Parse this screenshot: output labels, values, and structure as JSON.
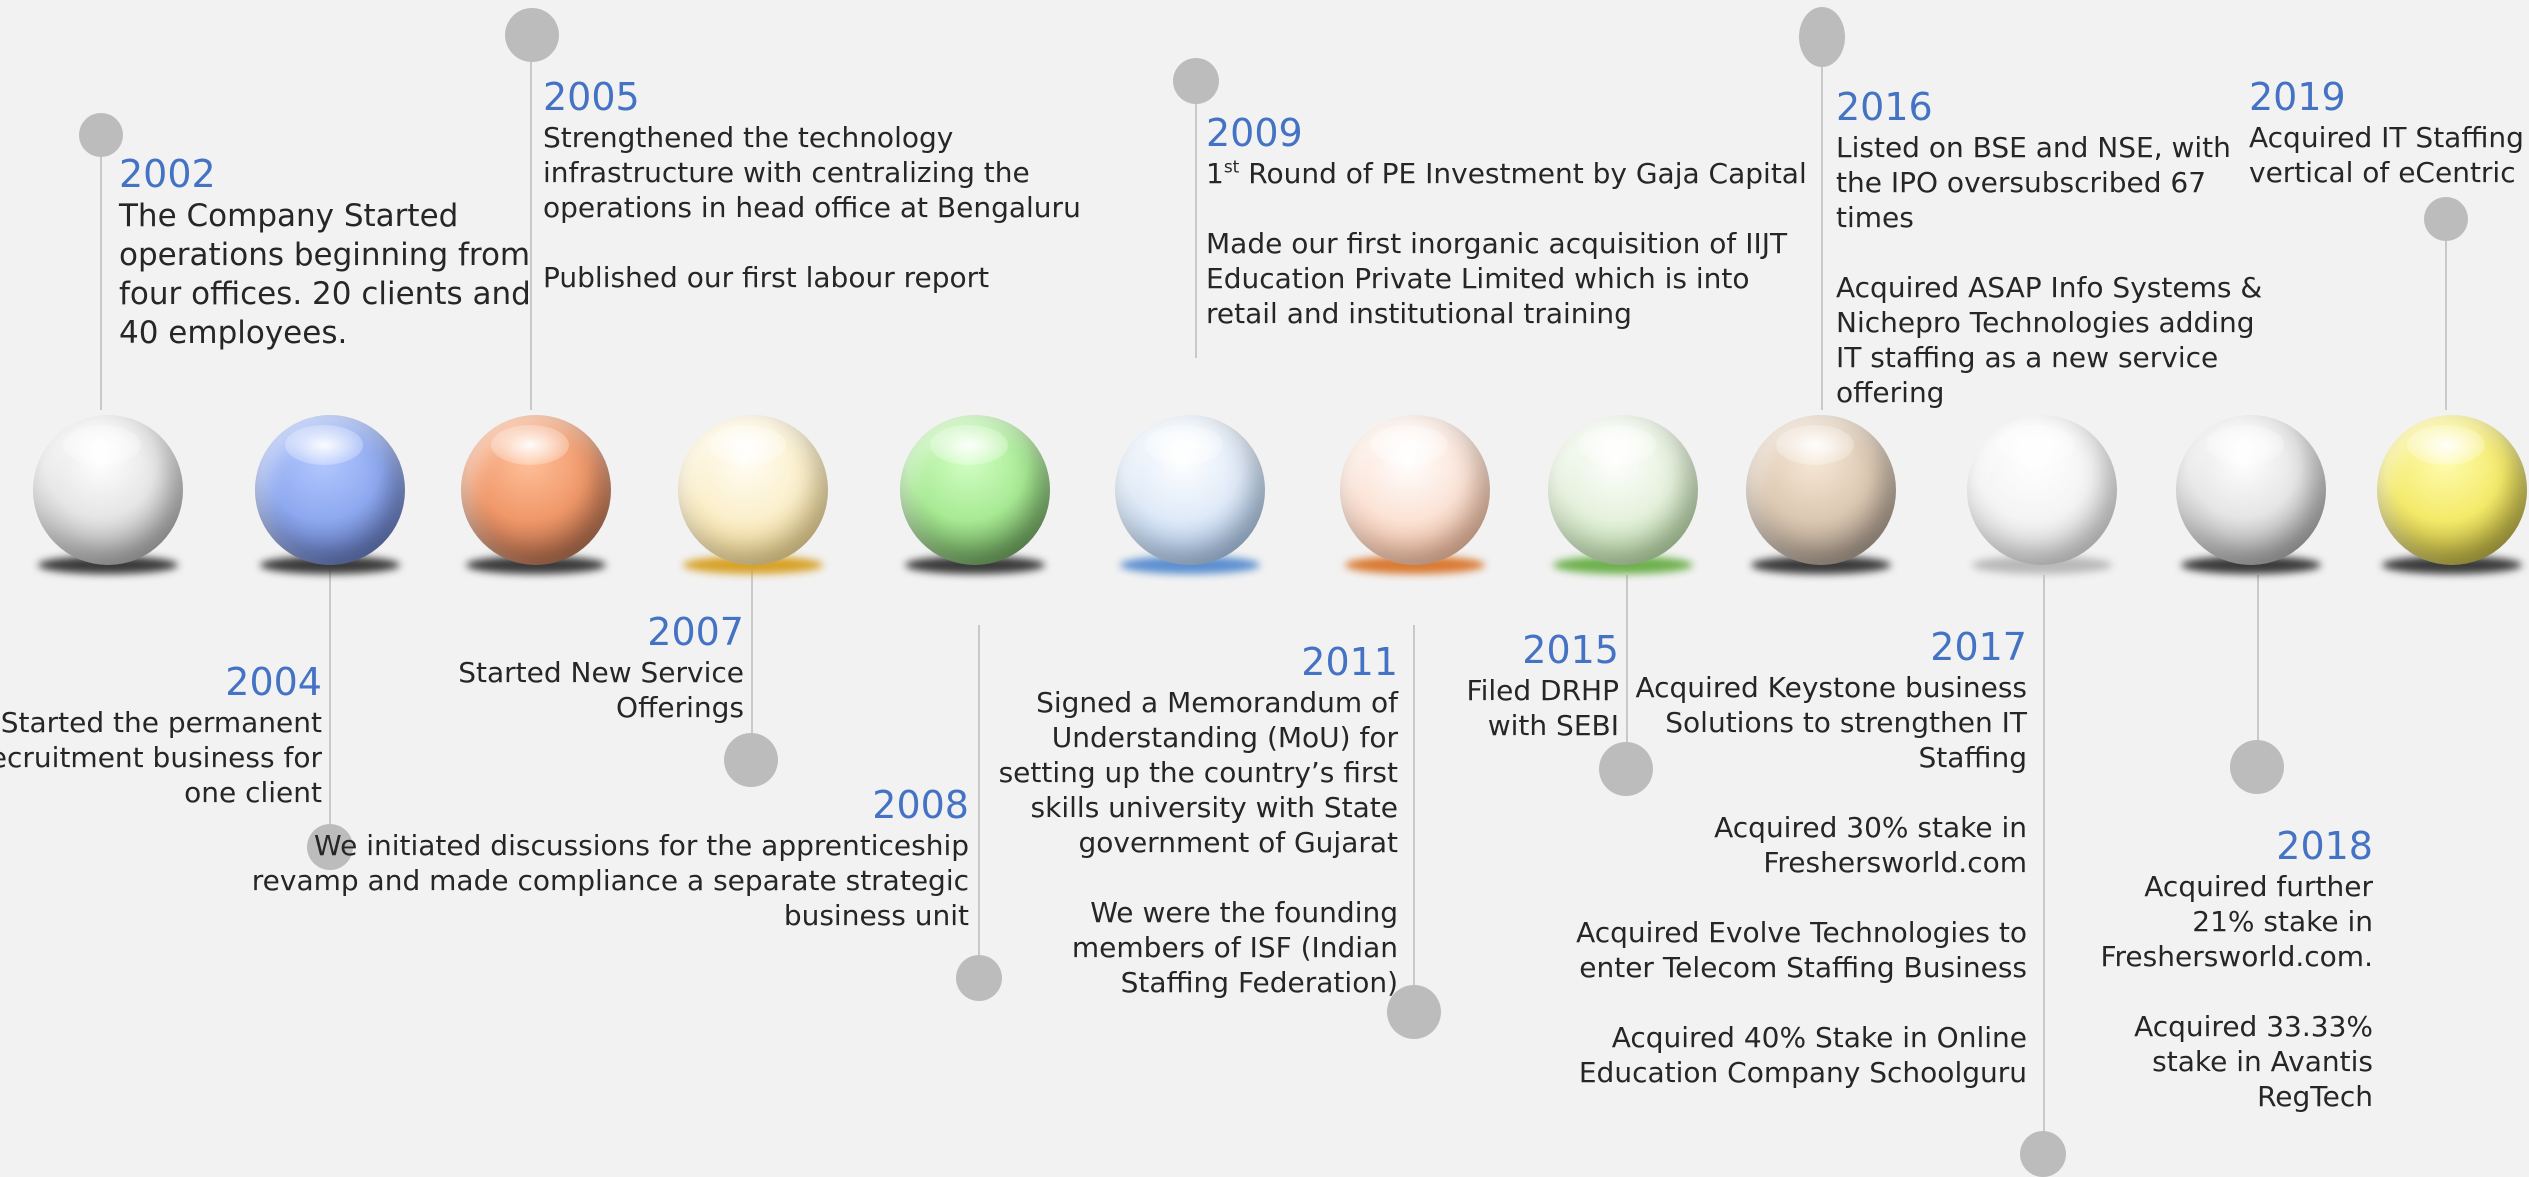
{
  "milestones": [
    {
      "year": "2002",
      "lines": [
        "The Company Started",
        "operations beginning from",
        "four offices. 20 clients and",
        "40 employees."
      ]
    },
    {
      "year": "2004",
      "lines": [
        "Started the permanent",
        "recruitment business for",
        "one client"
      ]
    },
    {
      "year": "2005",
      "lines": [
        "Strengthened the technology",
        "infrastructure with centralizing the",
        "operations in head office at Bengaluru",
        "",
        "Published our first labour report"
      ]
    },
    {
      "year": "2007",
      "lines": [
        "Started New Service",
        "Offerings"
      ]
    },
    {
      "year": "2008",
      "lines": [
        "We initiated discussions for the apprenticeship",
        "revamp and made compliance a separate strategic",
        "business unit"
      ]
    },
    {
      "year": "2009",
      "ordinal": "1",
      "ordinal_suffix": "st",
      "lines": [
        " Round of PE Investment by Gaja Capital",
        "",
        "Made our first inorganic acquisition of IIJT",
        "Education Private Limited which is into",
        "retail and institutional training"
      ]
    },
    {
      "year": "2011",
      "lines": [
        "Signed a Memorandum of",
        "Understanding (MoU) for",
        "setting up the country’s first",
        "skills university with State",
        "government of Gujarat",
        "",
        "We were the founding",
        "members of ISF (Indian",
        "Staffing Federation)"
      ]
    },
    {
      "year": "2015",
      "lines": [
        "Filed DRHP",
        "with SEBI"
      ]
    },
    {
      "year": "2016",
      "lines": [
        "Listed on BSE and NSE, with",
        "the IPO oversubscribed 67",
        "times",
        "",
        "Acquired ASAP Info Systems &",
        "Nichepro Technologies adding",
        "IT staffing as a new service",
        "offering"
      ]
    },
    {
      "year": "2017",
      "lines": [
        "Acquired Keystone business",
        "Solutions to strengthen IT",
        "Staffing",
        "",
        "Acquired 30%  stake in",
        "Freshersworld.com",
        "",
        "Acquired Evolve Technologies to",
        "enter Telecom Staffing Business",
        "",
        "Acquired 40% Stake in  Online",
        "Education Company Schoolguru"
      ]
    },
    {
      "year": "2018",
      "lines": [
        "Acquired further",
        "21%  stake in",
        "Freshersworld.com.",
        "",
        "Acquired 33.33%",
        "stake in Avantis",
        "RegTech"
      ]
    },
    {
      "year": "2019",
      "lines": [
        "Acquired IT Staffing",
        "vertical of eCentric"
      ]
    }
  ]
}
